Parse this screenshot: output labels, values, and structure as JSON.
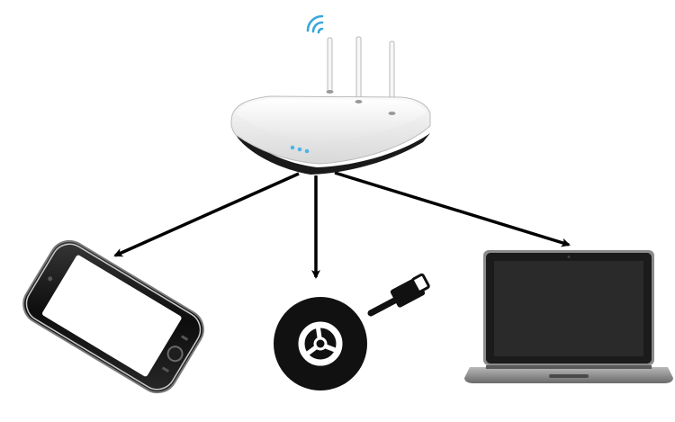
{
  "diagram": {
    "nodes": [
      {
        "id": "router",
        "icon": "wifi-router-icon"
      },
      {
        "id": "smartphone",
        "icon": "smartphone-icon"
      },
      {
        "id": "chromecast",
        "icon": "chromecast-icon"
      },
      {
        "id": "laptop",
        "icon": "laptop-icon"
      }
    ],
    "edges": [
      {
        "from": "router",
        "to": "smartphone"
      },
      {
        "from": "router",
        "to": "chromecast"
      },
      {
        "from": "router",
        "to": "laptop"
      }
    ]
  },
  "colors": {
    "background": "#ffffff",
    "wifi_signal": "#3aa6dc",
    "status_led": "#4db6e8",
    "arrow": "#000000",
    "device_dark": "#111111",
    "laptop_bezel": "#1b1b1b",
    "laptop_screen": "#2a2a2a",
    "router_body": "#f2f2f2",
    "router_base": "#1a1a1a"
  }
}
